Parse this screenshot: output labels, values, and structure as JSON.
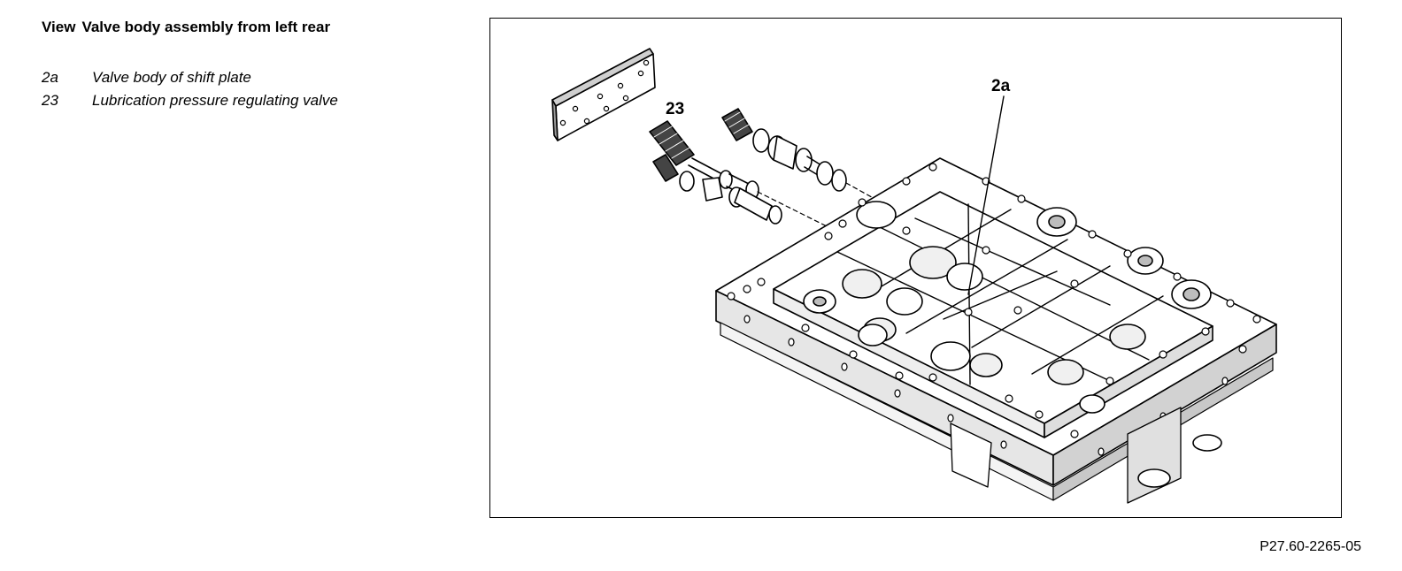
{
  "header": {
    "view_label": "View",
    "title": "Valve body assembly from left rear"
  },
  "legend": {
    "items": [
      {
        "key": "2a",
        "label": "Valve body of shift plate"
      },
      {
        "key": "23",
        "label": "Lubrication pressure regulating valve"
      }
    ]
  },
  "figure": {
    "callouts": [
      {
        "key": "2a",
        "text": "2a"
      },
      {
        "key": "23",
        "text": "23"
      }
    ],
    "figure_id": "P27.60-2265-05"
  }
}
